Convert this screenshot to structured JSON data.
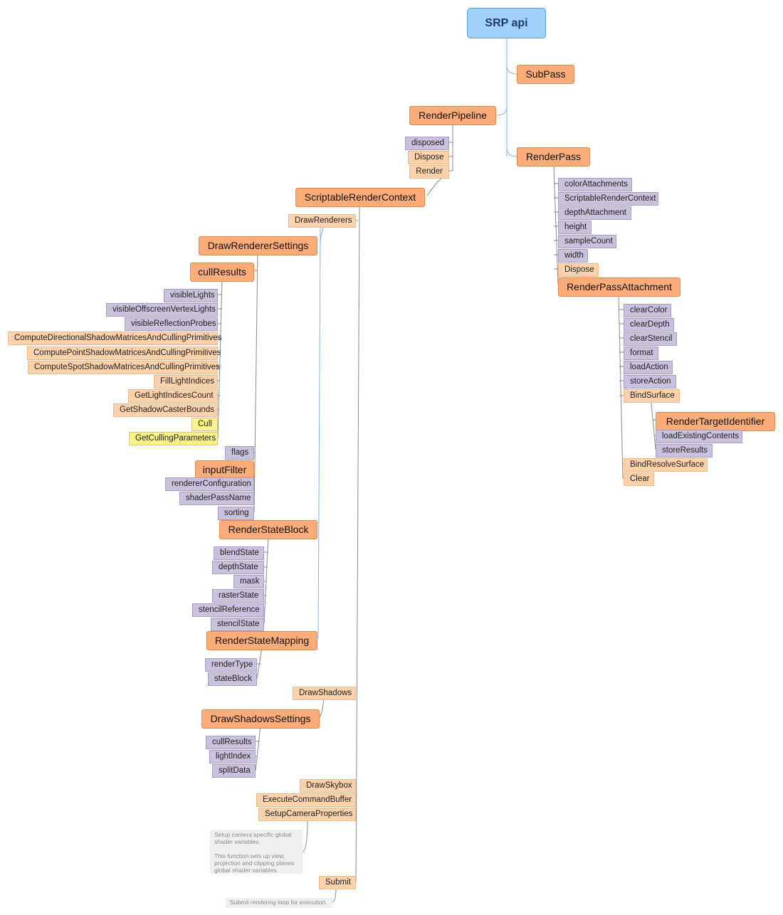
{
  "root": "SRP api",
  "subpass": "SubPass",
  "render_pipeline": {
    "title": "RenderPipeline",
    "items": [
      "disposed",
      "Dispose",
      "Render"
    ]
  },
  "render_pass": {
    "title": "RenderPass",
    "items": [
      "colorAttachments",
      "ScriptableRenderContext",
      "depthAttachment",
      "height",
      "sampleCount",
      "width",
      "Dispose"
    ]
  },
  "render_pass_attachment": {
    "title": "RenderPassAttachment",
    "items": [
      "clearColor",
      "clearDepth",
      "clearStencil",
      "format",
      "loadAction",
      "storeAction",
      "BindSurface"
    ],
    "render_target_identifier": "RenderTargetIdentifier",
    "bind_surface_items": [
      "loadExistingContents",
      "storeResults"
    ],
    "tail_items": [
      "BindResolveSurface",
      "Clear"
    ]
  },
  "scriptable_render_context": {
    "title": "ScriptableRenderContext",
    "draw_renderers": "DrawRenderers"
  },
  "draw_renderer_settings": {
    "title": "DrawRendererSettings",
    "flags": "flags"
  },
  "cull_results": {
    "title": "cullResults",
    "items": [
      "visibleLights",
      "visibleOffscreenVertexLights",
      "visibleReflectionProbes",
      "ComputeDirectionalShadowMatricesAndCullingPrimitives",
      "ComputePointShadowMatricesAndCullingPrimitives",
      "ComputeSpotShadowMatricesAndCullingPrimitives",
      "FillLightIndices",
      "GetLightIndicesCount",
      "GetShadowCasterBounds",
      "Cull",
      "GetCullingParameters"
    ]
  },
  "input_filter": {
    "title": "inputFilter",
    "items": [
      "rendererConfiguration",
      "shaderPassName",
      "sorting"
    ]
  },
  "render_state_block": {
    "title": "RenderStateBlock",
    "items": [
      "blendState",
      "depthState",
      "mask",
      "rasterState",
      "stencilReference",
      "stencilState"
    ]
  },
  "render_state_mapping": {
    "title": "RenderStateMapping",
    "items": [
      "renderType",
      "stateBlock"
    ]
  },
  "draw_shadows": "DrawShadows",
  "draw_shadows_settings": {
    "title": "DrawShadowsSettings",
    "items": [
      "cullResults",
      "lightIndex",
      "splitData"
    ]
  },
  "draw_skybox": "DrawSkybox",
  "execute_command_buffer": "ExecuteCommandBuffer",
  "setup_camera_properties": "SetupCameraProperties",
  "setup_camera_note": [
    "Setup camera specific global",
    "shader variables.",
    "",
    "This function sets up view,",
    "projection and clipping planes",
    "global shader variables."
  ],
  "submit": "Submit",
  "submit_note": "Submit rendering loop for execution."
}
